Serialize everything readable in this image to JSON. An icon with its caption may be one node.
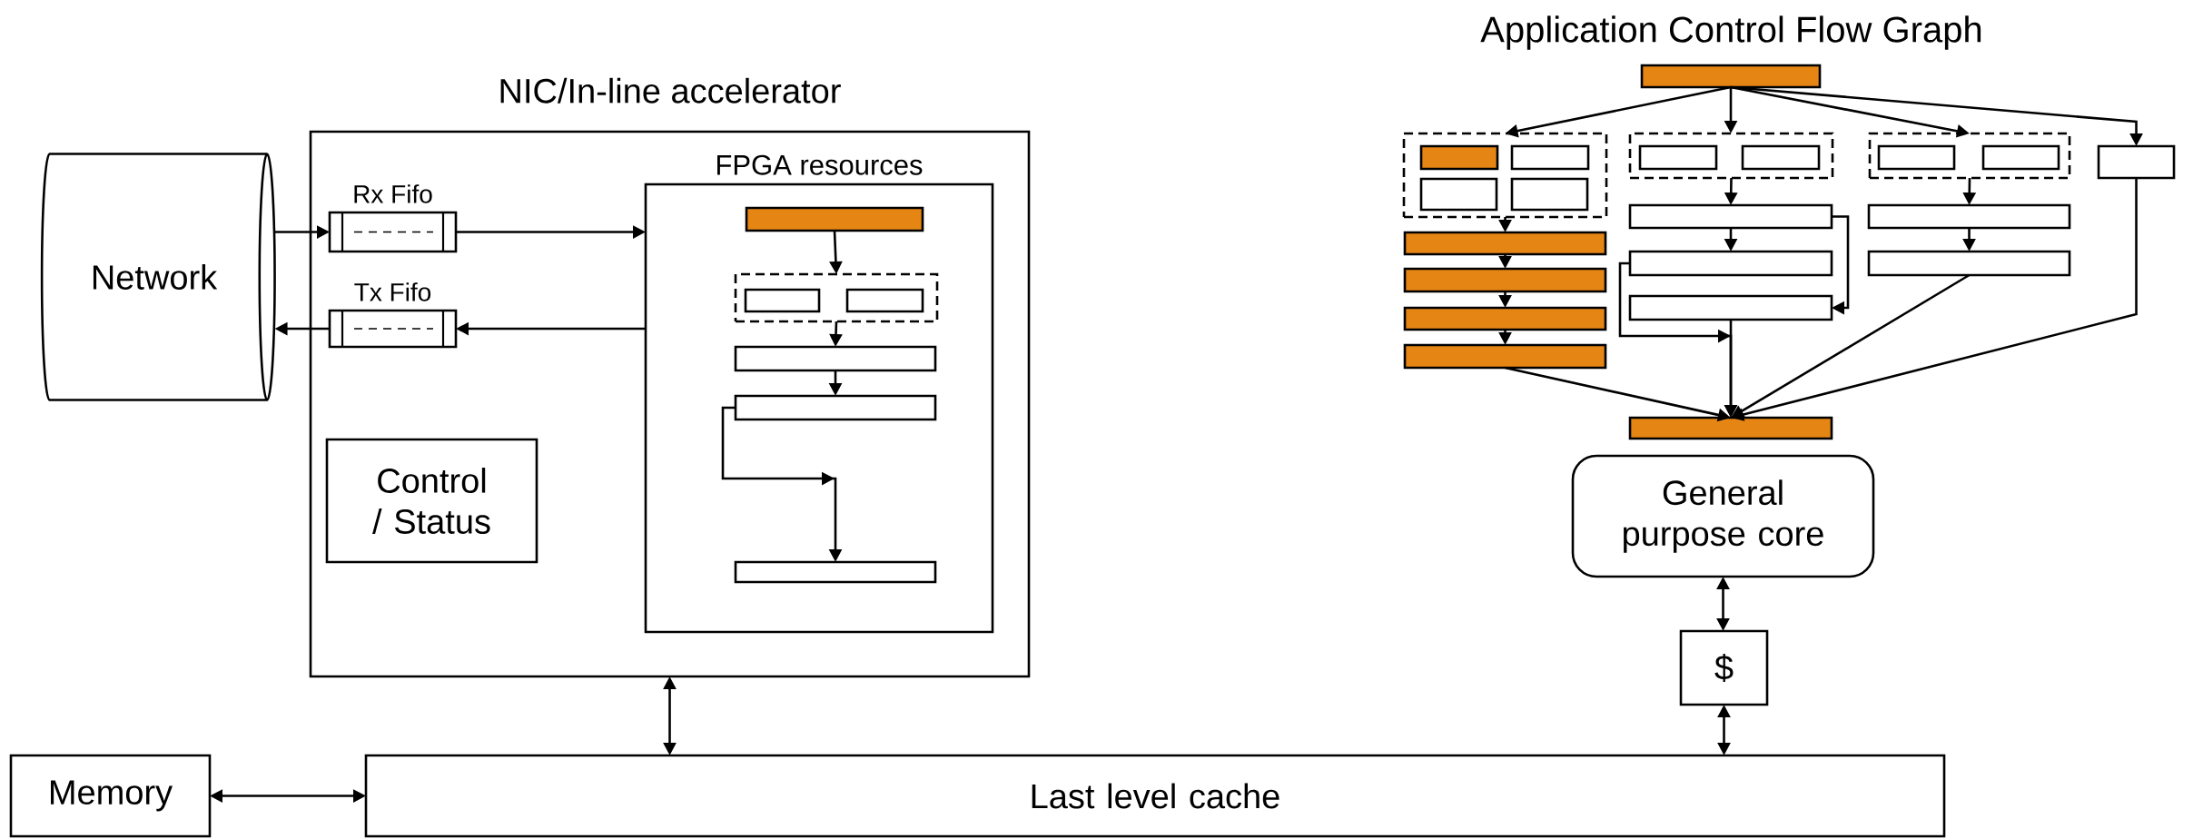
{
  "diagram": {
    "nodes": [
      {
        "text": [
          "Network"
        ]
      },
      {
        "text": [
          "NIC/In-line accelerator"
        ]
      },
      {
        "text": [
          "Rx Fifo"
        ],
        "in": 1
      },
      {
        "text": [
          "Tx Fifo"
        ],
        "in": 1
      },
      {
        "text": [
          "FPGA resources"
        ],
        "in": 1
      },
      {
        "text": [],
        "shape": "box",
        "in": 4
      },
      {
        "text": [],
        "shape": "box",
        "in": 4
      },
      {
        "text": [],
        "shape": "box",
        "in": 6
      },
      {
        "text": [],
        "shape": "box",
        "in": 6
      },
      {
        "text": [],
        "shape": "box",
        "in": 4
      },
      {
        "text": [],
        "shape": "box",
        "in": 4
      },
      {
        "text": [],
        "shape": "box",
        "in": 4
      },
      {
        "text": [
          "Control / Status"
        ],
        "in": 1
      },
      {
        "text": [],
        "shape": "box"
      },
      {
        "text": [],
        "shape": "box"
      },
      {
        "text": [],
        "shape": "box",
        "in": 14
      },
      {
        "text": [],
        "shape": "box",
        "in": 14
      },
      {
        "text": [],
        "shape": "box",
        "in": 14
      },
      {
        "text": [],
        "shape": "box",
        "in": 14
      },
      {
        "text": [],
        "shape": "box"
      },
      {
        "text": [],
        "shape": "box"
      },
      {
        "text": [],
        "shape": "box"
      },
      {
        "text": [],
        "shape": "box"
      },
      {
        "text": [],
        "shape": "box"
      },
      {
        "text": [],
        "shape": "box",
        "in": 23
      },
      {
        "text": [],
        "shape": "box",
        "in": 23
      },
      {
        "text": [],
        "shape": "box"
      },
      {
        "text": [],
        "shape": "box"
      },
      {
        "text": [],
        "shape": "box"
      },
      {
        "text": [],
        "shape": "box"
      },
      {
        "text": [],
        "shape": "box",
        "in": 29
      },
      {
        "text": [],
        "shape": "box",
        "in": 29
      },
      {
        "text": [],
        "shape": "box"
      },
      {
        "text": [],
        "shape": "box"
      },
      {
        "text": [],
        "shape": "box"
      },
      {
        "text": [],
        "shape": "box"
      },
      {
        "text": [
          "General purpose core"
        ]
      },
      {
        "text": [
          "$"
        ]
      },
      {
        "text": [
          "Last level cache"
        ]
      },
      {
        "text": [
          "Memory"
        ]
      }
    ],
    "edges": [
      {
        "from": 0,
        "to": 2,
        "arrow": "to"
      },
      {
        "from": 2,
        "to": 4,
        "arrow": "to"
      },
      {
        "from": 4,
        "to": 3,
        "arrow": "to"
      },
      {
        "from": 3,
        "to": 0,
        "arrow": "to"
      },
      {
        "from": 5,
        "to": 6,
        "arrow": "to"
      },
      {
        "from": 6,
        "to": 9,
        "arrow": "to"
      },
      {
        "from": 9,
        "to": 10,
        "arrow": "to"
      },
      {
        "from": 10,
        "to": 11,
        "arrow": "to"
      },
      {
        "from": 1,
        "to": 38,
        "arrow": "both"
      },
      {
        "from": 39,
        "to": 38,
        "arrow": "both"
      },
      {
        "from": 13,
        "to": 14,
        "arrow": "to"
      },
      {
        "from": 13,
        "to": 23,
        "arrow": "to"
      },
      {
        "from": 13,
        "to": 29,
        "arrow": "to"
      },
      {
        "from": 13,
        "to": 34,
        "arrow": "to"
      },
      {
        "from": 14,
        "to": 19,
        "arrow": "to"
      },
      {
        "from": 19,
        "to": 20,
        "arrow": "to"
      },
      {
        "from": 20,
        "to": 21,
        "arrow": "to"
      },
      {
        "from": 21,
        "to": 22,
        "arrow": "to"
      },
      {
        "from": 22,
        "to": 35,
        "arrow": "to"
      },
      {
        "from": 23,
        "to": 26,
        "arrow": "to"
      },
      {
        "from": 26,
        "to": 27,
        "arrow": "to"
      },
      {
        "from": 26,
        "to": 28,
        "arrow": "to"
      },
      {
        "from": 27,
        "to": 35,
        "arrow": "to"
      },
      {
        "from": 28,
        "to": 35,
        "arrow": "to"
      },
      {
        "from": 29,
        "to": 32,
        "arrow": "to"
      },
      {
        "from": 32,
        "to": 33,
        "arrow": "to"
      },
      {
        "from": 33,
        "to": 35,
        "arrow": "to"
      },
      {
        "from": 34,
        "to": 35,
        "arrow": "to"
      },
      {
        "from": 36,
        "to": 37,
        "arrow": "both"
      },
      {
        "from": 37,
        "to": 38,
        "arrow": "both"
      }
    ],
    "labels": [
      "Application Control Flow Graph"
    ]
  }
}
